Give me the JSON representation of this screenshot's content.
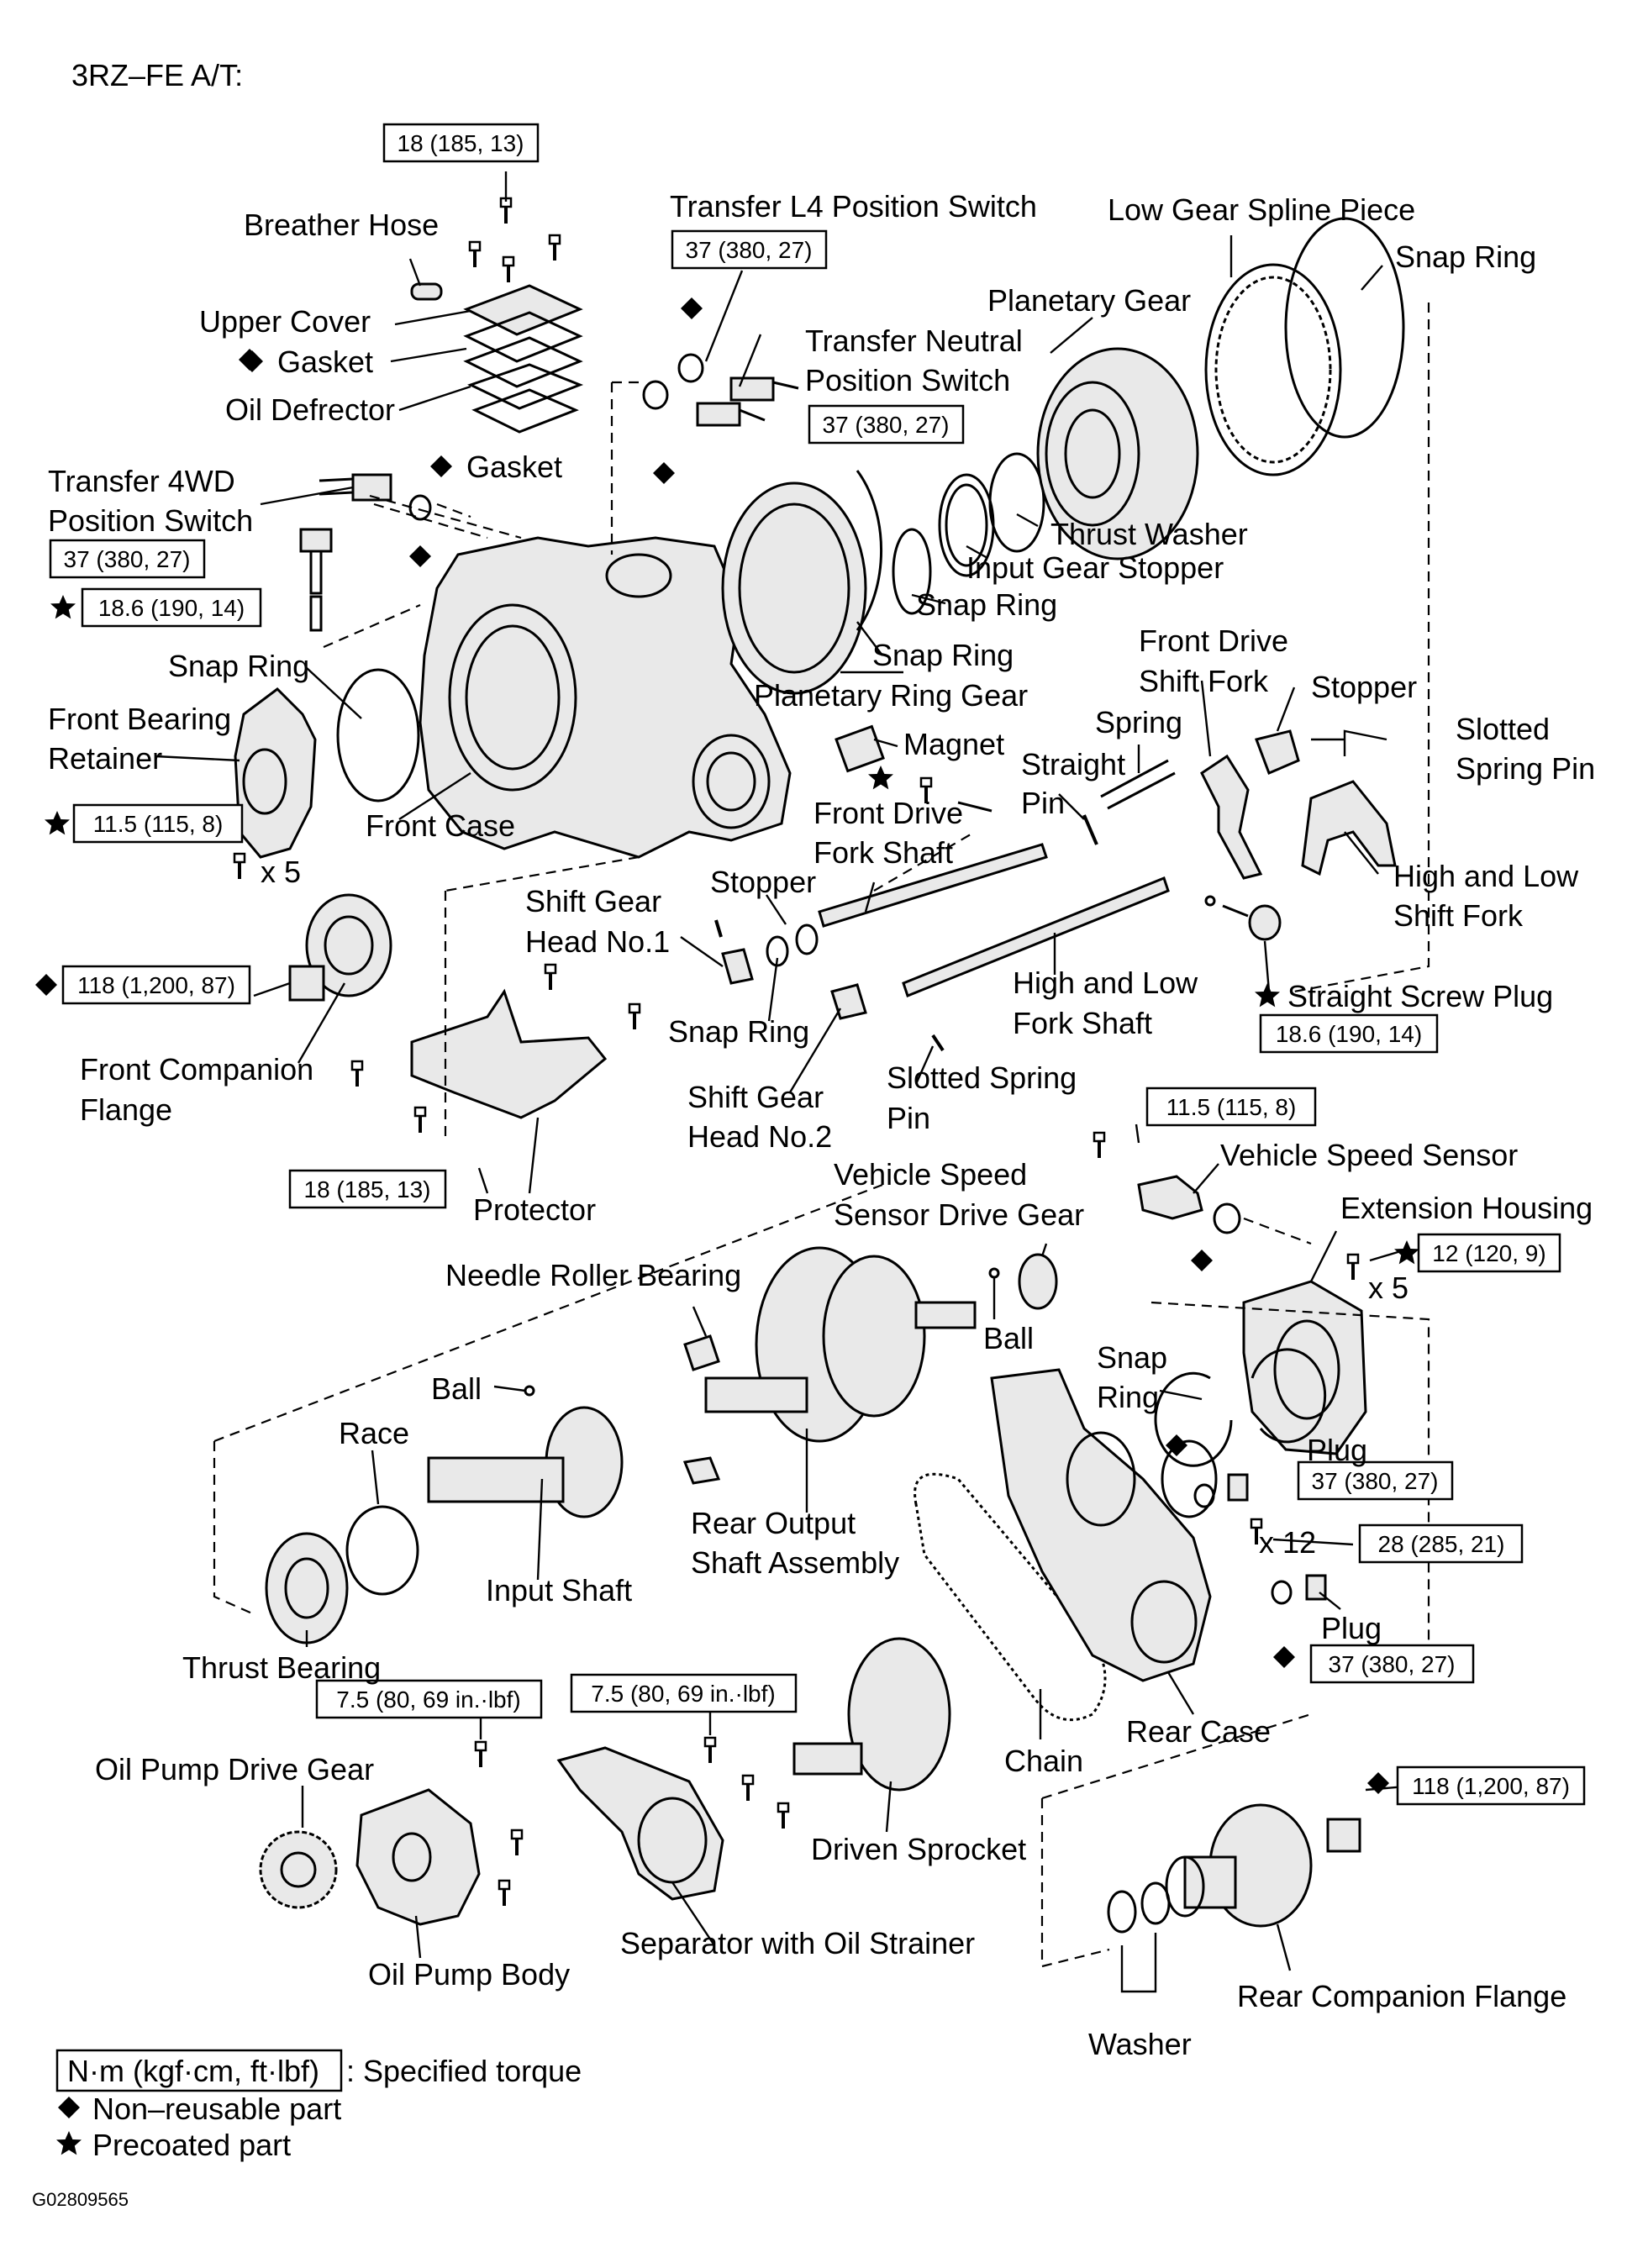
{
  "header": {
    "model": "3RZ–FE A/T:"
  },
  "labels": {
    "breather_hose": "Breather Hose",
    "upper_cover": "Upper Cover",
    "gasket_upper": "Gasket",
    "oil_defrector": "Oil Defrector",
    "gasket_lower": "Gasket",
    "transfer_4wd_switch_1": "Transfer 4WD",
    "transfer_4wd_switch_2": "Position Switch",
    "transfer_l4_switch": "Transfer L4 Position Switch",
    "transfer_neutral_switch_1": "Transfer Neutral",
    "transfer_neutral_switch_2": "Position Switch",
    "low_gear_spline_piece": "Low Gear Spline Piece",
    "snap_ring_top": "Snap Ring",
    "planetary_gear": "Planetary Gear",
    "thrust_washer": "Thrust Washer",
    "input_gear_stopper": "Input Gear Stopper",
    "snap_ring_a": "Snap Ring",
    "snap_ring_b": "Snap Ring",
    "planetary_ring_gear": "Planetary Ring Gear",
    "snap_ring_front": "Snap Ring",
    "front_bearing_retainer_1": "Front Bearing",
    "front_bearing_retainer_2": "Retainer",
    "front_case": "Front Case",
    "x5_front": "x 5",
    "magnet": "Magnet",
    "front_drive_shift_fork_1": "Front Drive",
    "front_drive_shift_fork_2": "Shift Fork",
    "spring": "Spring",
    "stopper_right": "Stopper",
    "slotted_spring_pin_1": "Slotted",
    "slotted_spring_pin_2": "Spring Pin",
    "straight_pin_1": "Straight",
    "straight_pin_2": "Pin",
    "front_drive_fork_shaft_1": "Front Drive",
    "front_drive_fork_shaft_2": "Fork Shaft",
    "high_low_shift_fork_1": "High and Low",
    "high_low_shift_fork_2": "Shift Fork",
    "stopper_mid": "Stopper",
    "shift_gear_head_1_a": "Shift Gear",
    "shift_gear_head_1_b": "Head No.1",
    "snap_ring_mid": "Snap Ring",
    "high_low_fork_shaft_1": "High and Low",
    "high_low_fork_shaft_2": "Fork Shaft",
    "straight_screw_plug": "Straight Screw Plug",
    "front_companion_flange_1": "Front Companion",
    "front_companion_flange_2": "Flange",
    "shift_gear_head_2_a": "Shift Gear",
    "shift_gear_head_2_b": "Head No.2",
    "slotted_spring_pin_mid_1": "Slotted Spring",
    "slotted_spring_pin_mid_2": "Pin",
    "protector": "Protector",
    "vehicle_speed_sensor": "Vehicle Speed Sensor",
    "vss_drive_gear_1": "Vehicle Speed",
    "vss_drive_gear_2": "Sensor Drive Gear",
    "extension_housing": "Extension Housing",
    "x5_rear": "x 5",
    "needle_roller_bearing": "Needle Roller Bearing",
    "ball_right": "Ball",
    "ball_left": "Ball",
    "race": "Race",
    "snap_ring_rear_1": "Snap",
    "snap_ring_rear_2": "Ring",
    "plug_upper": "Plug",
    "rear_output_shaft_1": "Rear Output",
    "rear_output_shaft_2": "Shaft Assembly",
    "input_shaft": "Input Shaft",
    "x12": "x 12",
    "plug_lower": "Plug",
    "thrust_bearing": "Thrust Bearing",
    "chain": "Chain",
    "rear_case": "Rear Case",
    "oil_pump_drive_gear": "Oil Pump Drive Gear",
    "driven_sprocket": "Driven Sprocket",
    "separator": "Separator with Oil Strainer",
    "oil_pump_body": "Oil Pump Body",
    "rear_companion_flange": "Rear Companion Flange",
    "washer": "Washer"
  },
  "torques": {
    "upper_cover_bolts": "18 (185, 13)",
    "transfer_l4": "37 (380, 27)",
    "transfer_neutral": "37 (380, 27)",
    "transfer_4wd": "37 (380, 27)",
    "switch_plug": "18.6 (190, 14)",
    "front_retainer": "11.5 (115, 8)",
    "front_companion_nut": "118 (1,200, 87)",
    "straight_screw_plug": "18.6 (190, 14)",
    "protector": "18 (185, 13)",
    "vss_bolt": "11.5 (115, 8)",
    "extension_housing": "12 (120, 9)",
    "plug_upper": "37 (380, 27)",
    "rear_case_bolts": "28 (285, 21)",
    "plug_lower": "37 (380, 27)",
    "oil_pump": "7.5 (80, 69 in.·lbf)",
    "separator": "7.5 (80, 69 in.·lbf)",
    "rear_companion_nut": "118 (1,200, 87)"
  },
  "legend": {
    "unit_box": "N·m (kgf·cm, ft·lbf)",
    "unit_desc": ": Specified torque",
    "non_reusable": "Non–reusable part",
    "precoated": "Precoated part"
  },
  "figure_id": "G02809565",
  "colors": {
    "ink": "#000000",
    "paper": "#ffffff",
    "part_fill": "#e9e9e9"
  },
  "symbols": {
    "non_reusable": "diamond-icon",
    "precoated": "star-icon"
  }
}
